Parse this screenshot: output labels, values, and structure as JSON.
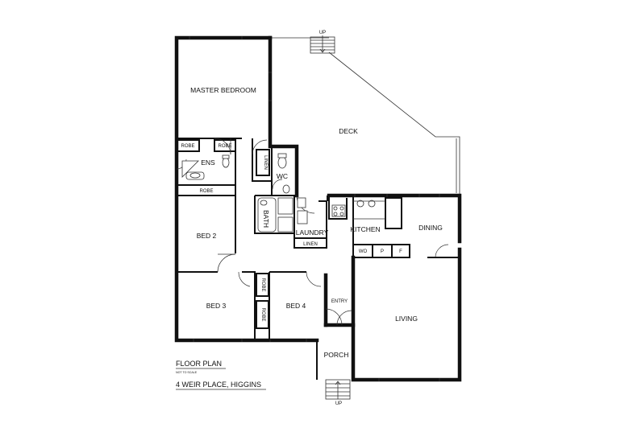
{
  "rooms": {
    "master_bedroom": "MASTER BEDROOM",
    "deck": "DECK",
    "robe": "ROBE",
    "ens": "ENS",
    "linen": "LINEN",
    "wc": "WC",
    "bath": "BATH",
    "laundry": "LAUNDRY",
    "kitchen": "KITCHEN",
    "dining": "DINING",
    "bed2": "BED 2",
    "bed3": "BED 3",
    "bed4": "BED 4",
    "entry": "ENTRY",
    "living": "LIVING",
    "porch": "PORCH",
    "wo": "WO",
    "pantry": "P",
    "fridge": "F"
  },
  "stairs": {
    "up": "UP"
  },
  "legend": {
    "title": "FLOOR PLAN",
    "scale_note": "NOT TO SCALE",
    "address": "4 WEIR PLACE, HIGGINS"
  }
}
